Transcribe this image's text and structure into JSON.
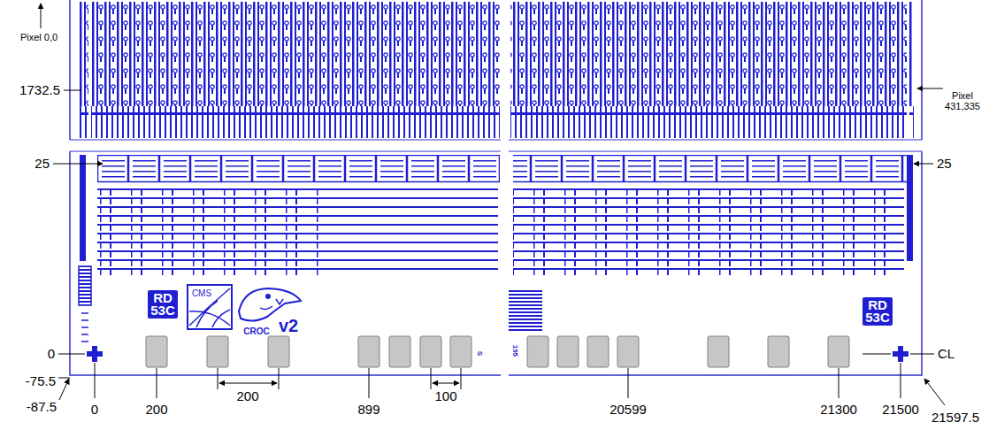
{
  "diagram": {
    "labels": [
      "Pixel 0,0",
      "1732.5",
      "Pixel 431,335",
      "25",
      "25",
      "RD 53C",
      "CMS",
      "CROC",
      "v2",
      "S",
      "195",
      "RD 53C",
      "0",
      "CL",
      "-75.5",
      "-87.5",
      "0",
      "200",
      "200",
      "899",
      "100",
      "20599",
      "21300",
      "21500",
      "21597.5"
    ]
  }
}
